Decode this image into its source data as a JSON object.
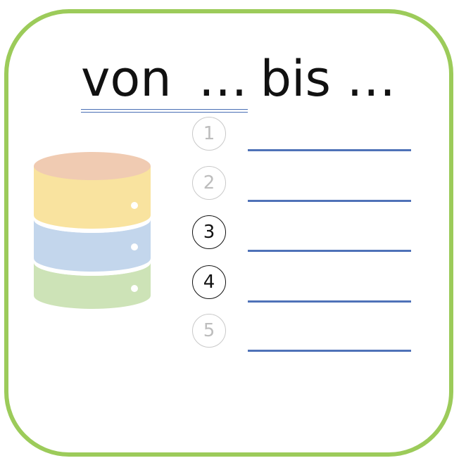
{
  "title": {
    "from_text": "von",
    "from_ellipsis": "…",
    "to_text": "bis …"
  },
  "steps": [
    {
      "number": "1",
      "state": "dim"
    },
    {
      "number": "2",
      "state": "dim"
    },
    {
      "number": "3",
      "state": "active"
    },
    {
      "number": "4",
      "state": "active"
    },
    {
      "number": "5",
      "state": "dim"
    }
  ],
  "colors": {
    "frame": "#9ccb5a",
    "underline": "#4f72b8",
    "db_top": "#f0cbb2",
    "db_layer_1": "#f9e39f",
    "db_layer_2": "#c3d6ec",
    "db_layer_3": "#cde3b7"
  },
  "icons": {
    "database": "database-icon"
  }
}
